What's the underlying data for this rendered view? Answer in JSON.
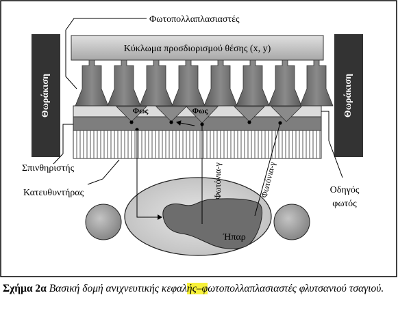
{
  "diagram": {
    "labels": {
      "photomultipliers": "Φωτοπολλαπλασιαστές",
      "position_circuit": "Κύκλωμα προσδιορισμού θέσης (x, y)",
      "shield_left": "Θωράκιση",
      "shield_right": "Θωράκιση",
      "light_1": "Φως",
      "light_2": "Φως",
      "scintillator": "Σπινθηριστής",
      "collimator": "Κατευθυντήρας",
      "light_guide_line1": "Οδηγός",
      "light_guide_line2": "φωτός",
      "gamma_1": "Φωτόνια-γ",
      "gamma_2": "Φωτόνια-γ",
      "liver": "Ήπαρ"
    },
    "colors": {
      "shield": "#333333",
      "pmt": "#747474",
      "circuit": "#b9b9b9",
      "body": "#d7d7d7",
      "liver": "#6d6d6d",
      "organ": "#9d9d9d"
    }
  },
  "caption": {
    "figure_number": "Σχήμα 2α",
    "text_before": " Βασική δομή ανιχνευτικής κεφαλ",
    "highlighted": "ής–φ",
    "text_after": "ωτοπολλαπλασιαστές φλυτσανιού τσαγιού."
  }
}
